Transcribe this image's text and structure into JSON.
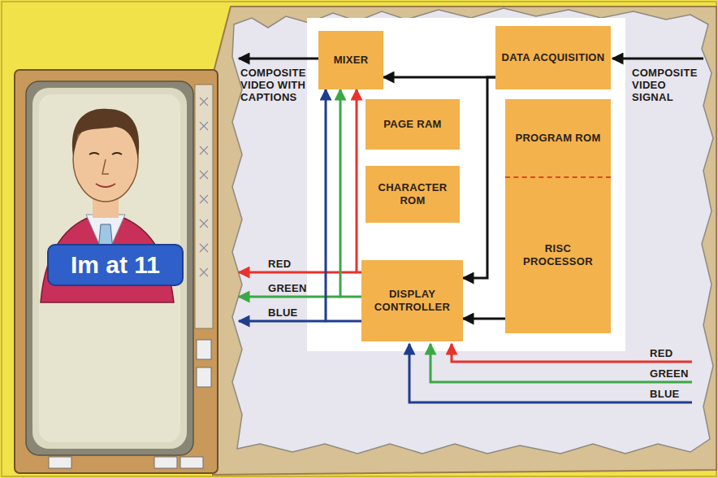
{
  "diagram": {
    "nodes": [
      {
        "text": [
          "Im at 11"
        ]
      },
      {
        "text": [
          "MIXER"
        ]
      },
      {
        "text": [
          "DATA ACQUISITION"
        ]
      },
      {
        "text": [
          "PAGE RAM"
        ]
      },
      {
        "text": [
          "PROGRAM ROM",
          "RISC PROCESSOR"
        ]
      },
      {
        "text": [
          "CHARACTER ROM"
        ]
      },
      {
        "text": [
          "DISPLAY CONTROLLER"
        ]
      }
    ],
    "edges": [
      {
        "from": 2,
        "to": 1,
        "arrow": "to"
      },
      {
        "from": 2,
        "to": 6,
        "arrow": "to"
      },
      {
        "from": 4,
        "to": 6,
        "arrow": "to"
      },
      {
        "from": 6,
        "to": 1,
        "arrow": "to"
      },
      {
        "from": 6,
        "to": 1,
        "arrow": "to"
      },
      {
        "from": 6,
        "to": 1,
        "arrow": "to"
      }
    ],
    "labels": [
      "COMPOSITE VIDEO WITH CAPTIONS",
      "COMPOSITE VIDEO SIGNAL",
      "RED",
      "GREEN",
      "BLUE",
      "RED",
      "GREEN",
      "BLUE"
    ]
  }
}
